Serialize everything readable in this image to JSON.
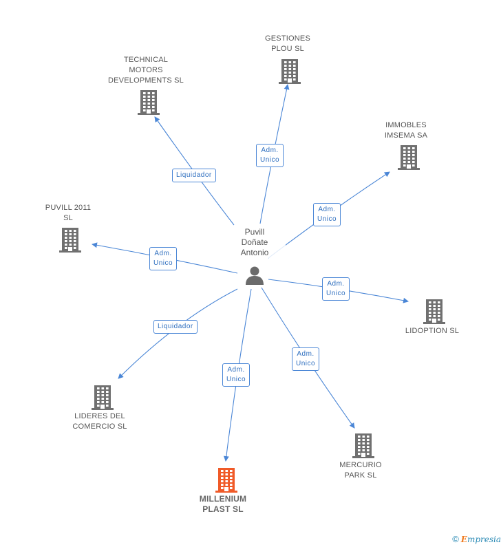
{
  "center": {
    "name": "Puvill\nDoñate\nAntonio",
    "icon": "person-icon"
  },
  "companies": [
    {
      "id": "gestiones",
      "label": "GESTIONES\nPLOU SL",
      "icon": "building-icon",
      "highlight": false
    },
    {
      "id": "technical",
      "label": "TECHNICAL\nMOTORS\nDEVELOPMENTS SL",
      "icon": "building-icon",
      "highlight": false
    },
    {
      "id": "immobles",
      "label": "IMMOBLES\nIMSEMA SA",
      "icon": "building-icon",
      "highlight": false
    },
    {
      "id": "puvill2011",
      "label": "PUVILL 2011\nSL",
      "icon": "building-icon",
      "highlight": false
    },
    {
      "id": "lidoption",
      "label": "LIDOPTION SL",
      "icon": "building-icon",
      "highlight": false
    },
    {
      "id": "lideres",
      "label": "LIDERES DEL\nCOMERCIO  SL",
      "icon": "building-icon",
      "highlight": false
    },
    {
      "id": "millenium",
      "label": "MILLENIUM\nPLAST SL",
      "icon": "building-icon",
      "highlight": true
    },
    {
      "id": "mercurio",
      "label": "MERCURIO\nPARK SL",
      "icon": "building-icon",
      "highlight": false
    }
  ],
  "relations": [
    {
      "to": "gestiones",
      "label": "Adm.\nUnico"
    },
    {
      "to": "technical",
      "label": "Liquidador"
    },
    {
      "to": "immobles",
      "label": "Adm.\nUnico"
    },
    {
      "to": "puvill2011",
      "label": "Adm.\nUnico"
    },
    {
      "to": "lidoption",
      "label": "Adm.\nUnico"
    },
    {
      "to": "lideres",
      "label": "Liquidador"
    },
    {
      "to": "millenium",
      "label": "Adm.\nUnico"
    },
    {
      "to": "mercurio",
      "label": "Adm.\nUnico"
    }
  ],
  "colors": {
    "edge": "#4a86d6",
    "building": "#707070",
    "building_highlight": "#f05a28",
    "person": "#6b6b6b"
  },
  "footer": {
    "copyright": "©",
    "brand_initial": "E",
    "brand_rest": "mpresia"
  }
}
